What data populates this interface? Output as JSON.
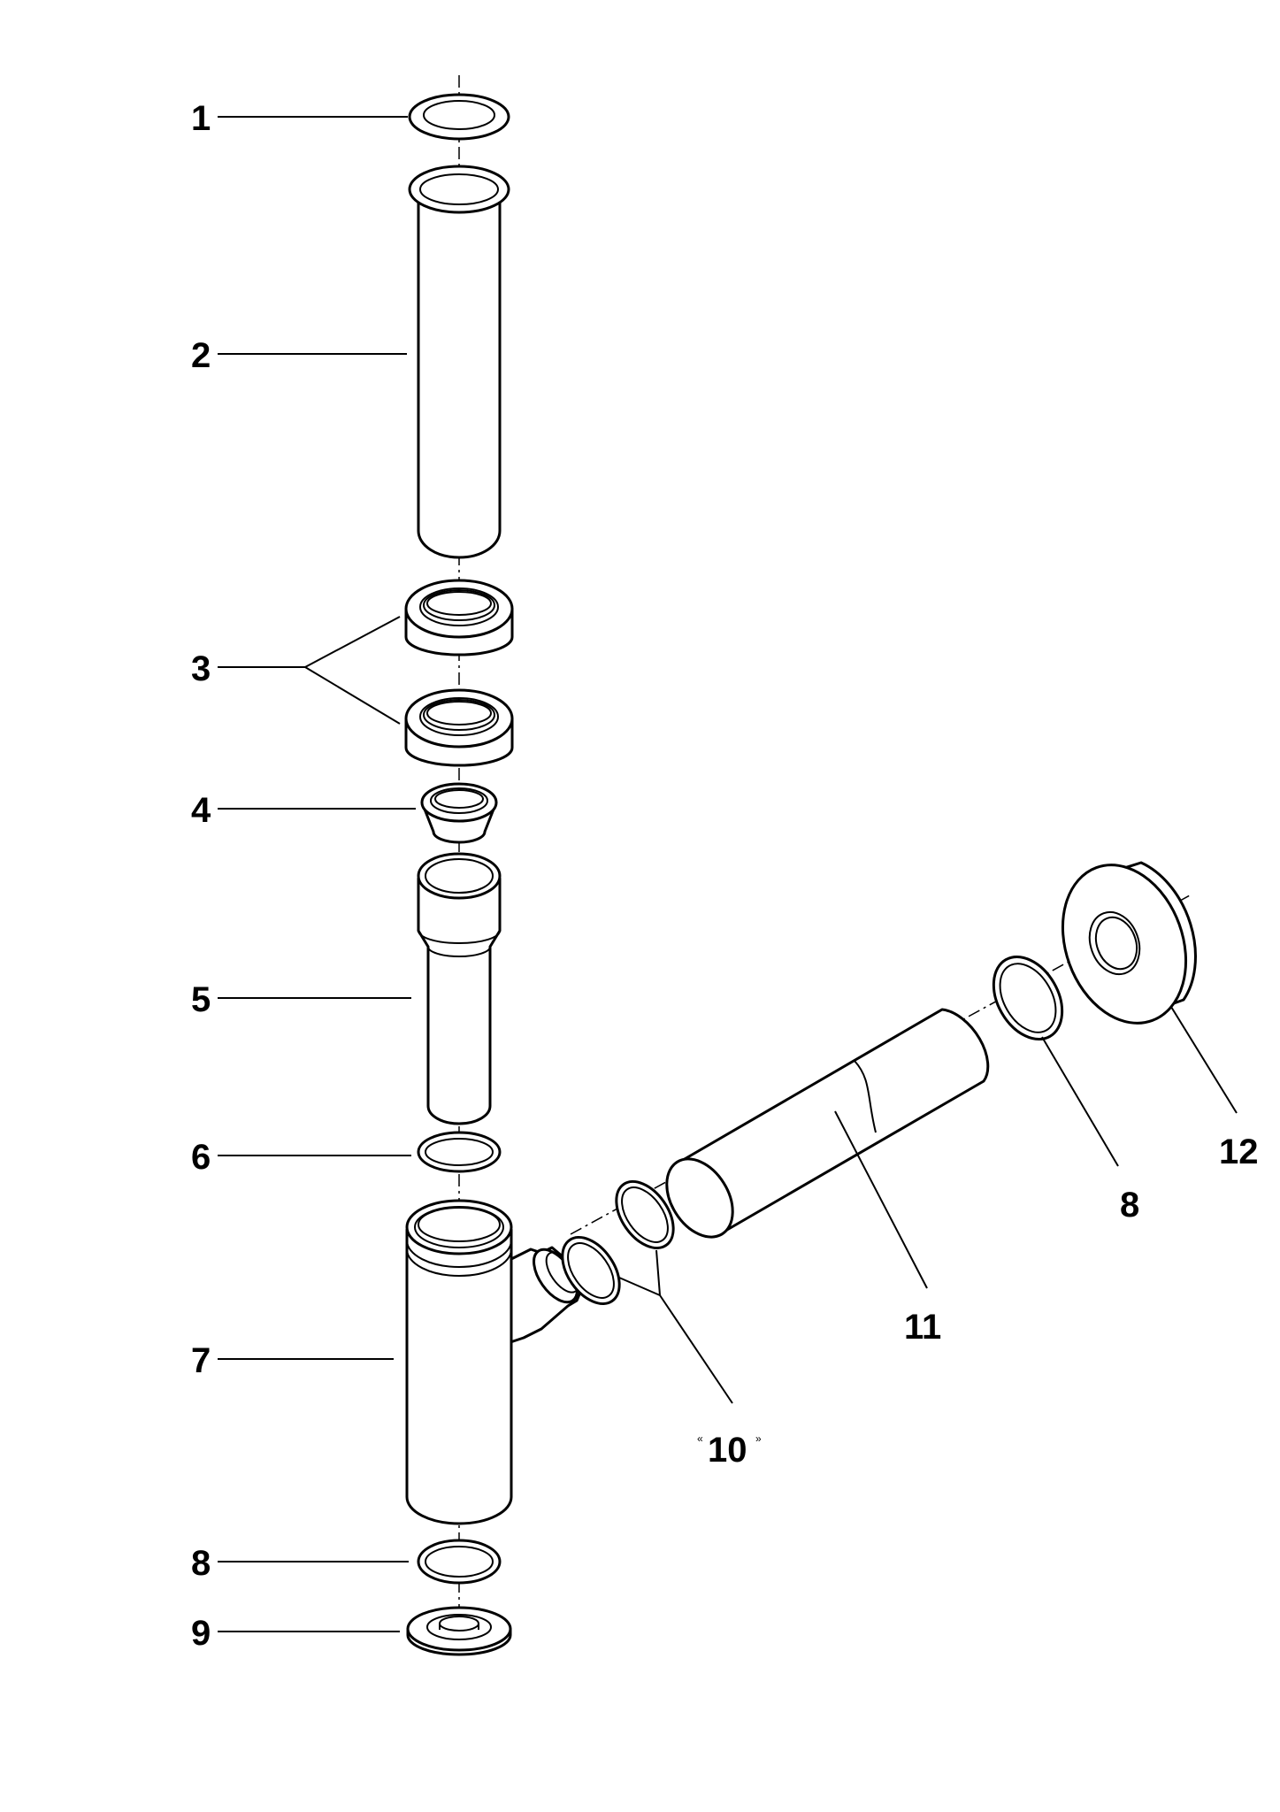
{
  "labels": {
    "p1": "1",
    "p2": "2",
    "p3": "3",
    "p4": "4",
    "p5": "5",
    "p6": "6",
    "p7": "7",
    "p8_bottom": "8",
    "p9": "9",
    "p10": "10",
    "p10_left_mark": "«",
    "p10_right_mark": "»",
    "p11": "11",
    "p8_right": "8",
    "p12": "12"
  },
  "colors": {
    "line": "#000000",
    "background": "#ffffff"
  }
}
